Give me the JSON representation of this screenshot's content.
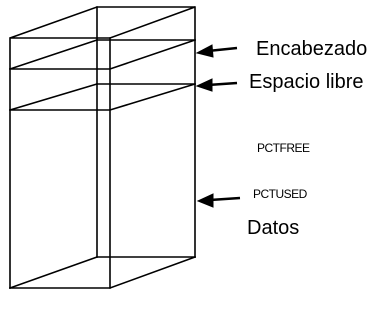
{
  "labels": {
    "encabezado": "Encabezado",
    "espacio_libre": "Espacio libre",
    "pctfree": "PCTFREE",
    "pctused": "PCTUSED",
    "datos": "Datos"
  }
}
